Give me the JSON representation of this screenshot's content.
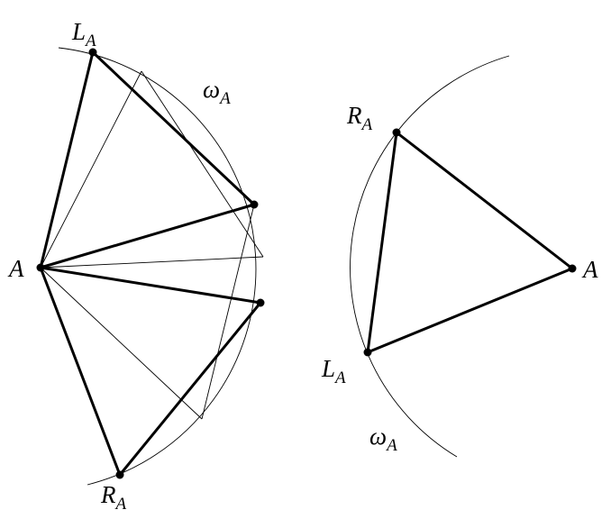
{
  "figure_left": {
    "vertex_label": "A",
    "left_label": {
      "main": "L",
      "sub": "A"
    },
    "right_label": {
      "main": "R",
      "sub": "A"
    },
    "circle_label": {
      "main": "ω",
      "sub": "A"
    }
  },
  "figure_right": {
    "vertex_label": "A",
    "left_label": {
      "main": "L",
      "sub": "A"
    },
    "right_label": {
      "main": "R",
      "sub": "A"
    },
    "circle_label": {
      "main": "ω",
      "sub": "A"
    }
  },
  "colors": {
    "ink": "#000000",
    "background": "#ffffff"
  }
}
